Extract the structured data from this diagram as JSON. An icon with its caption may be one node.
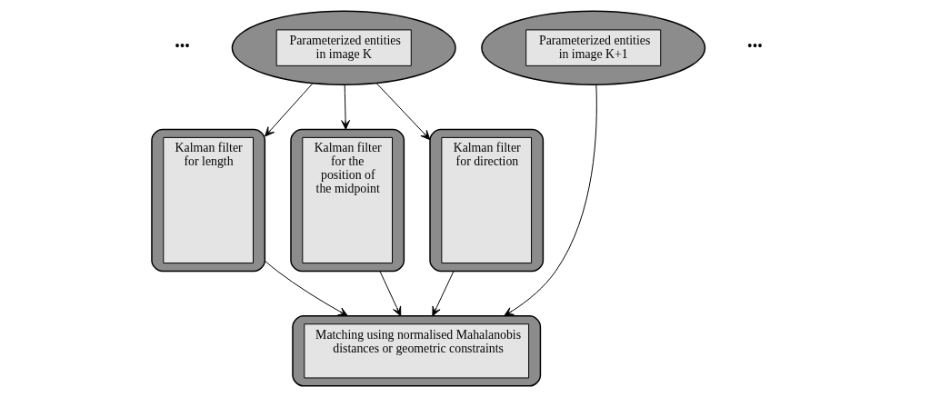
{
  "diagram": {
    "nodes": [
      {
        "text": [
          "Parameterized entities in image K"
        ]
      },
      {
        "text": [
          "Parameterized entities in image K+1"
        ]
      },
      {
        "text": [
          "Kalman filter for length"
        ]
      },
      {
        "text": [
          "Kalman filter for the position of the midpoint"
        ]
      },
      {
        "text": [
          "Kalman filter for direction"
        ]
      },
      {
        "text": [
          "Matching using normalised Mahalanobis distances or geometric constraints"
        ]
      }
    ],
    "edges": [
      {
        "from": 0,
        "to": 2,
        "arrow": "to"
      },
      {
        "from": 0,
        "to": 3,
        "arrow": "to"
      },
      {
        "from": 0,
        "to": 4,
        "arrow": "to"
      },
      {
        "from": 1,
        "to": 5,
        "arrow": "to"
      },
      {
        "from": 2,
        "to": 5,
        "arrow": "to"
      },
      {
        "from": 3,
        "to": 5,
        "arrow": "to"
      },
      {
        "from": 4,
        "to": 5,
        "arrow": "to"
      }
    ],
    "labels": [
      "•••",
      "•••"
    ]
  }
}
